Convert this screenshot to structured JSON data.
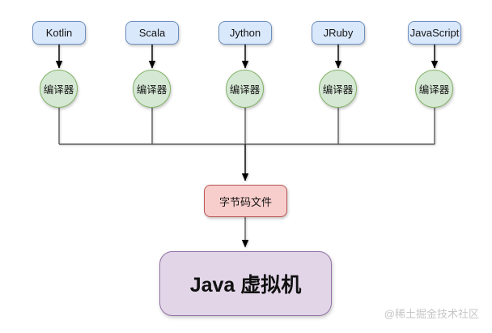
{
  "diagram": {
    "languages": [
      {
        "label": "Kotlin"
      },
      {
        "label": "Scala"
      },
      {
        "label": "Jython"
      },
      {
        "label": "JRuby"
      },
      {
        "label": "JavaScript"
      }
    ],
    "compiler_label": "编译器",
    "bytecode_label": "字节码文件",
    "jvm_label": "Java 虚拟机",
    "watermark": "@稀土掘金技术社区",
    "colors": {
      "language_fill": "#dae8fc",
      "language_border": "#6c8ebf",
      "compiler_fill": "#d5e8d4",
      "compiler_border": "#82b366",
      "bytecode_fill": "#f8cecc",
      "bytecode_border": "#b85450",
      "jvm_fill": "#e1d5e7",
      "jvm_border": "#9673a6",
      "arrow": "#1a1a1a",
      "connector_line": "#5c5c5c",
      "watermark_text": "#c6c6c6"
    }
  }
}
